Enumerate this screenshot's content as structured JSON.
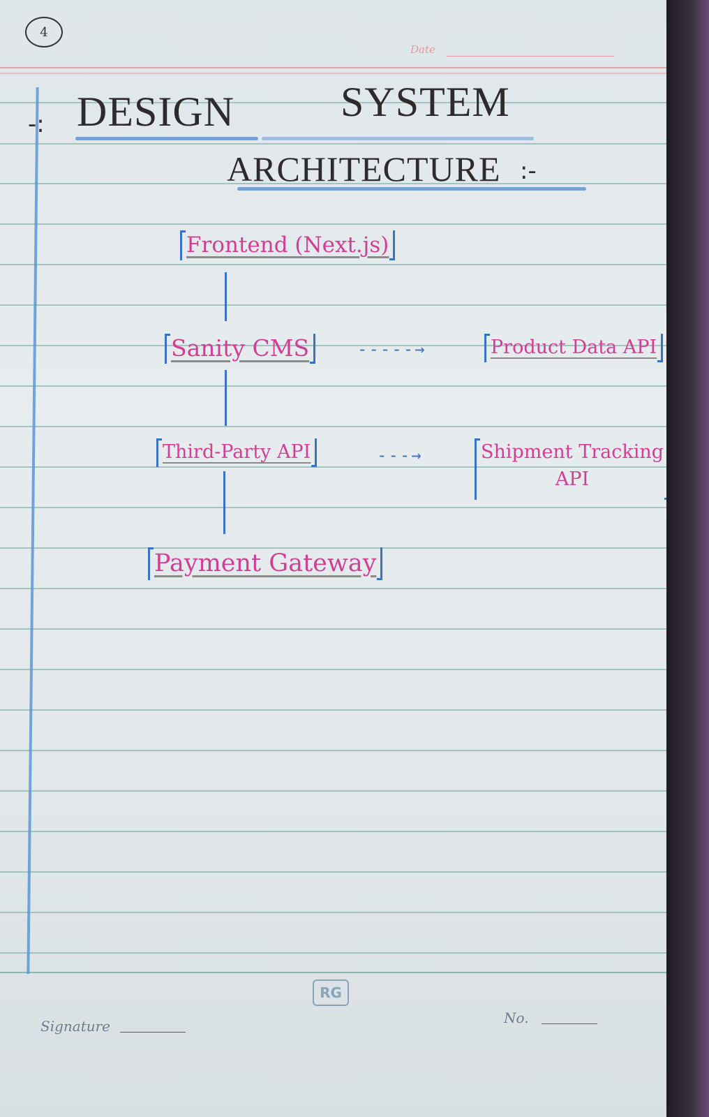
{
  "page": {
    "number": "4",
    "date_label": "Date",
    "signature_label": "Signature",
    "no_label": "No.",
    "logo": "RG"
  },
  "heading": {
    "line1_word1": "DESIGN",
    "line1_word2": "SYSTEM",
    "line2": "ARCHITECTURE",
    "prefix_mark": "-:",
    "suffix_mark": ":-"
  },
  "diagram": {
    "nodes": {
      "frontend": "Frontend (Next.js)",
      "sanity": "Sanity CMS",
      "product_api": "Product Data API",
      "third_party": "Third-Party API",
      "shipment_line1": "Shipment Tracking",
      "shipment_line2": "API",
      "payment": "Payment Gateway"
    },
    "arrows": {
      "sanity_to_product": "-----→",
      "third_to_shipment": "---→"
    }
  },
  "colors": {
    "ink_pink": "#d13f94",
    "ink_blue": "#3a73c6",
    "ink_black": "#2f2a2c",
    "paper": "#e5eaec"
  }
}
